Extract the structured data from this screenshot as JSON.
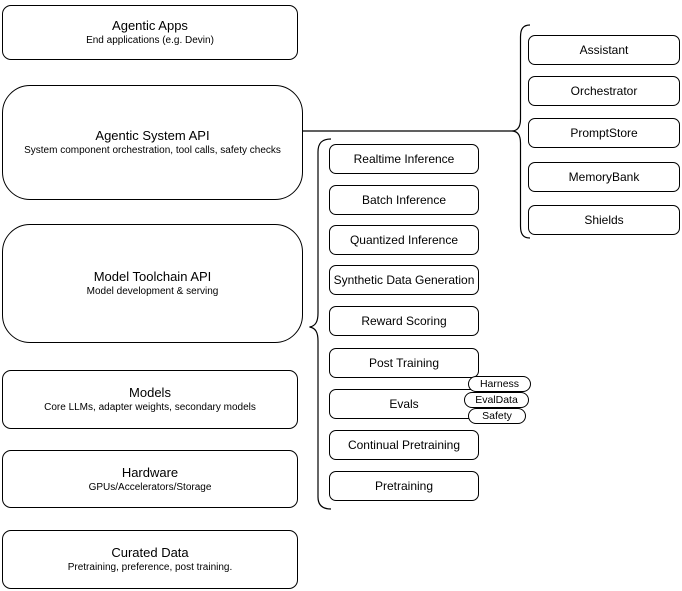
{
  "diagram": {
    "colors": {
      "background": "#ffffff",
      "stroke": "#000000",
      "text": "#000000"
    },
    "left_stack": [
      {
        "title": "Agentic Apps",
        "subtitle": "End applications (e.g. Devin)"
      },
      {
        "title": "Agentic System API",
        "subtitle": "System component orchestration, tool calls, safety checks"
      },
      {
        "title": "Model Toolchain API",
        "subtitle": "Model development & serving"
      },
      {
        "title": "Models",
        "subtitle": "Core LLMs, adapter weights, secondary models"
      },
      {
        "title": "Hardware",
        "subtitle": "GPUs/Accelerators/Storage"
      },
      {
        "title": "Curated Data",
        "subtitle": "Pretraining, preference, post training."
      }
    ],
    "toolchain_items": [
      "Realtime Inference",
      "Batch Inference",
      "Quantized Inference",
      "Synthetic Data Generation",
      "Reward Scoring",
      "Post Training",
      "Evals",
      "Continual Pretraining",
      "Pretraining"
    ],
    "eval_tags": [
      "Harness",
      "EvalData",
      "Safety"
    ],
    "system_components": [
      "Assistant",
      "Orchestrator",
      "PromptStore",
      "MemoryBank",
      "Shields"
    ]
  }
}
